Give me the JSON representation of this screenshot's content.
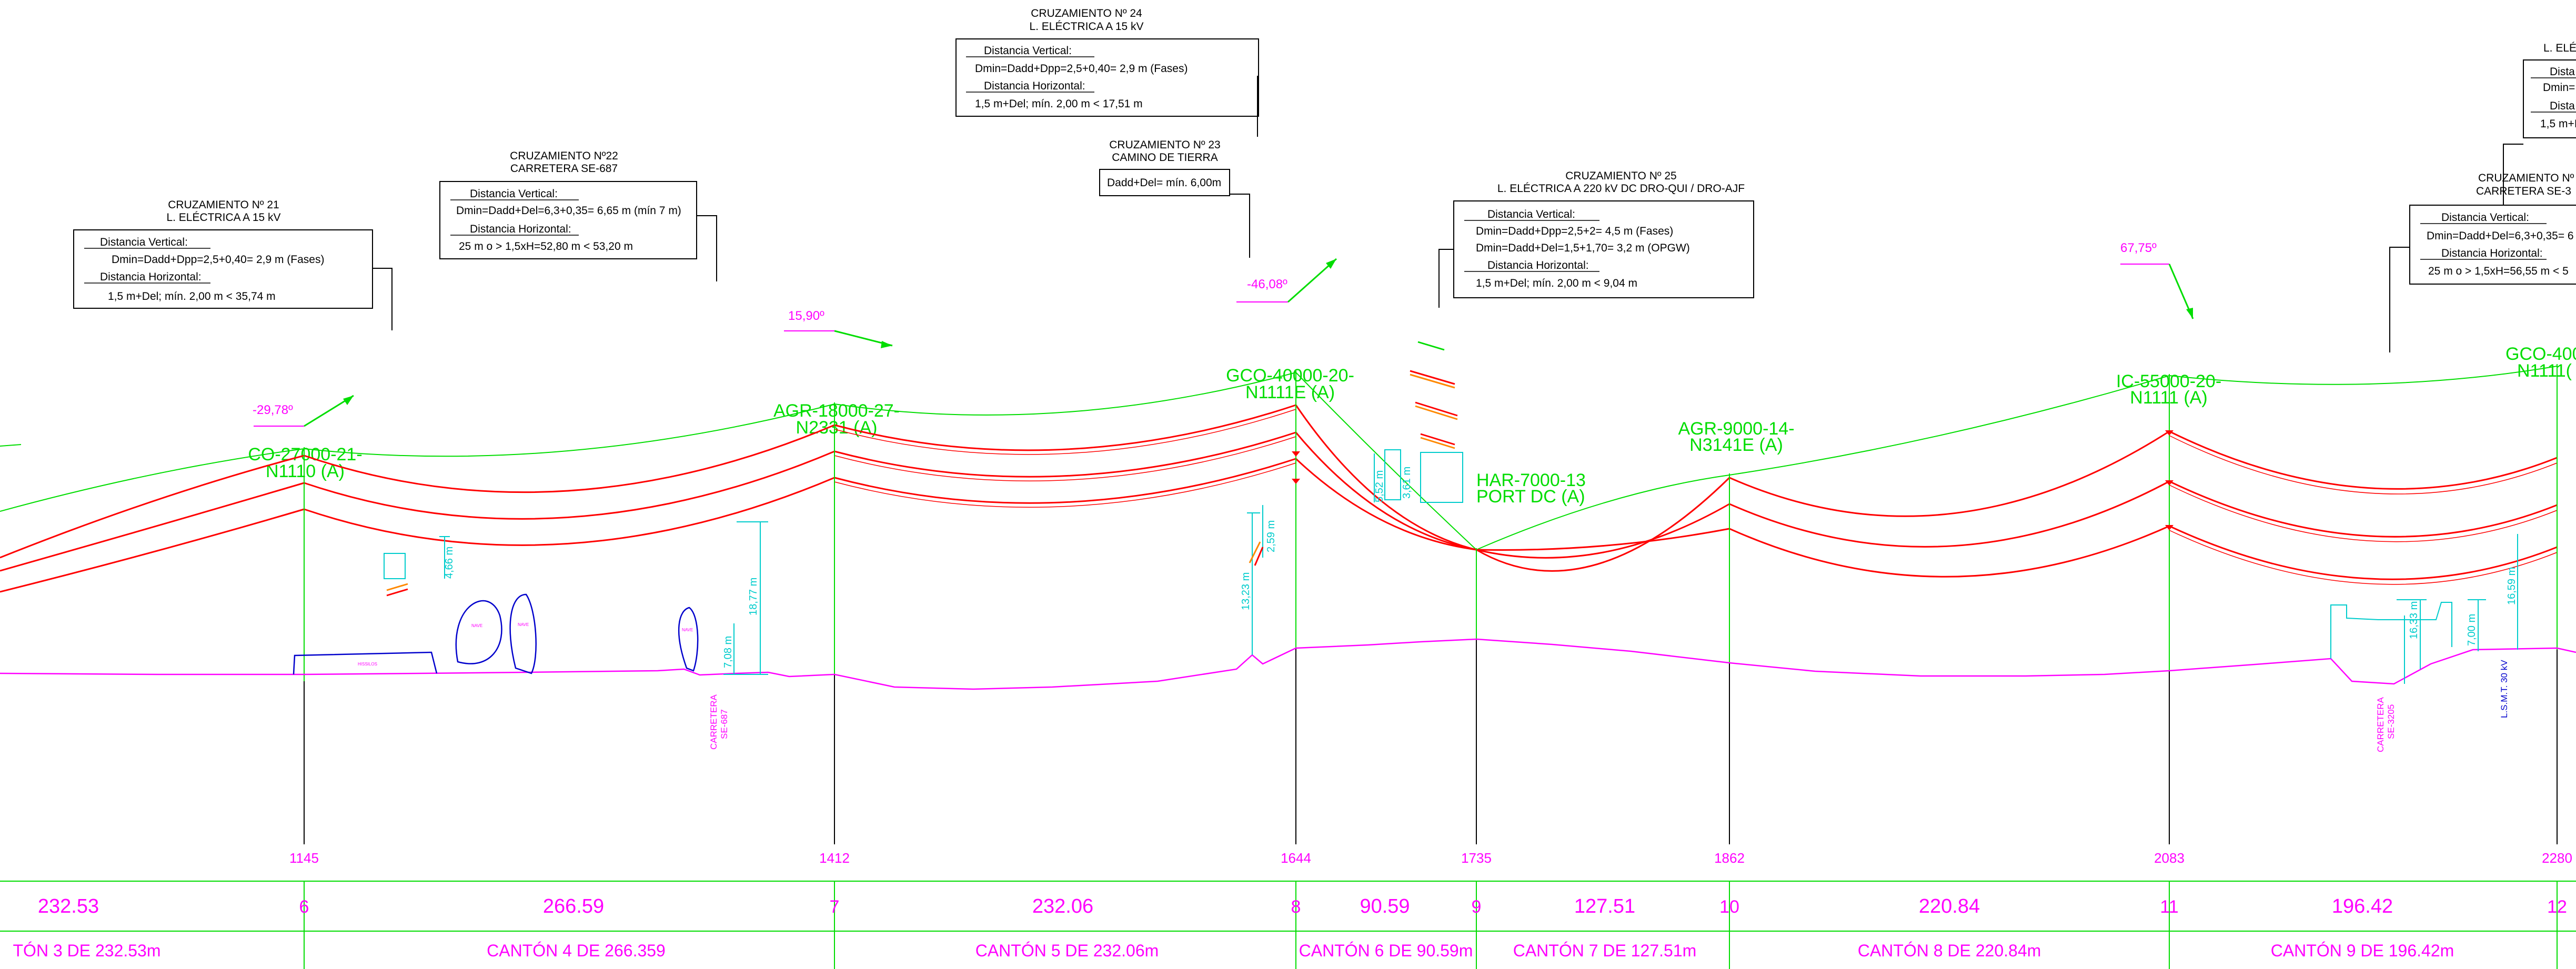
{
  "colors": {
    "conductor": "#ff0000",
    "ground_wire": "#00dd00",
    "terrain": "#ff00ff",
    "clearance": "#00cccc",
    "obstacle": "#0000cc",
    "box_border": "#000000",
    "background": "#ffffff"
  },
  "towers": [
    {
      "label": "CO-27000-21-\nN1110 (A)",
      "line1": "CO-27000-21-",
      "line2": "N1110 (A)",
      "number": "6",
      "station": "1145",
      "angle": "-29,78º"
    },
    {
      "label": "AGR-18000-27-\nN2331 (A)",
      "line1": "AGR-18000-27-",
      "line2": "N2331 (A)",
      "number": "7",
      "station": "1412",
      "angle": "15,90º"
    },
    {
      "label": "GCO-40000-20-\nN1111E (A)",
      "line1": "GCO-40000-20-",
      "line2": "N1111E (A)",
      "number": "8",
      "station": "1644",
      "angle": "-46,08º"
    },
    {
      "label": "HAR-7000-13\nPORT DC (A)",
      "line1": "HAR-7000-13",
      "line2": "PORT DC (A)",
      "number": "9",
      "station": "1735",
      "angle": ""
    },
    {
      "label": "AGR-9000-14-\nN3141E (A)",
      "line1": "AGR-9000-14-",
      "line2": "N3141E (A)",
      "number": "10",
      "station": "1862",
      "angle": ""
    },
    {
      "label": "IC-55000-20-\nN1111 (A)",
      "line1": "IC-55000-20-",
      "line2": "N1111 (A)",
      "number": "11",
      "station": "2083",
      "angle": "67,75º"
    },
    {
      "label": "GCO-400\nN1111(",
      "line1": "GCO-400",
      "line2": "N1111(",
      "number": "12",
      "station": "2280",
      "angle": ""
    }
  ],
  "spans": [
    {
      "length": "232.53",
      "canton": "TÓN 3 DE 232.53m"
    },
    {
      "length": "266.59",
      "canton": "CANTÓN 4 DE 266.359"
    },
    {
      "length": "232.06",
      "canton": "CANTÓN 5 DE 232.06m"
    },
    {
      "length": "90.59",
      "canton": "CANTÓN 6 DE 90.59m"
    },
    {
      "length": "127.51",
      "canton": "CANTÓN 7 DE 127.51m"
    },
    {
      "length": "220.84",
      "canton": "CANTÓN 8 DE 220.84m"
    },
    {
      "length": "196.42",
      "canton": "CANTÓN 9 DE 196.42m"
    }
  ],
  "crossings": [
    {
      "title": "CRUZAMIENTO Nº 21",
      "subtitle": "L. ELÉCTRICA A 15 kV",
      "rows": [
        "Distancia Vertical:",
        "Dmin=Dadd+Dpp=2,5+0,40= 2,9 m (Fases)",
        "Distancia Horizontal:",
        "1,5 m+Del; mín. 2,00 m < 35,74 m"
      ]
    },
    {
      "title": "CRUZAMIENTO Nº22",
      "subtitle": "CARRETERA SE-687",
      "rows": [
        "Distancia Vertical:",
        "Dmin=Dadd+Del=6,3+0,35= 6,65 m (mín 7 m)",
        "Distancia Horizontal:",
        "25 m o > 1,5xH=52,80 m < 53,20 m"
      ]
    },
    {
      "title": "CRUZAMIENTO Nº 24",
      "subtitle": "L. ELÉCTRICA A 15 kV",
      "rows": [
        "Distancia Vertical:",
        "Dmin=Dadd+Dpp=2,5+0,40= 2,9 m (Fases)",
        "Distancia Horizontal:",
        "1,5 m+Del; mín. 2,00 m < 17,51 m"
      ]
    },
    {
      "title": "CRUZAMIENTO Nº 23",
      "subtitle": "CAMINO DE TIERRA",
      "rows": [
        "Dadd+Del= mín. 6,00m"
      ]
    },
    {
      "title": "CRUZAMIENTO Nº 25",
      "subtitle": "L. ELÉCTRICA A 220 kV DC DRO-QUI / DRO-AJF",
      "rows": [
        "Distancia Vertical:",
        "Dmin=Dadd+Dpp=2,5+2= 4,5 m (Fases)",
        "Dmin=Dadd+Del=1,5+1,70= 3,2 m (OPGW)",
        "Distancia Horizontal:",
        "1,5 m+Del; mín. 2,00 m < 9,04 m"
      ]
    },
    {
      "title": "L. ELÉ",
      "subtitle": "",
      "rows": [
        "Dista",
        "Dmin=",
        "Dista",
        "1,5 m+I"
      ]
    },
    {
      "title": "CRUZAMIENTO Nº",
      "subtitle": "CARRETERA SE-3",
      "rows": [
        "Distancia Vertical:",
        "Dmin=Dadd+Del=6,3+0,35= 6",
        "Distancia Horizontal:",
        "25 m o > 1,5xH=56,55 m < 5"
      ]
    }
  ],
  "clearances": [
    "4,66 m",
    "18,77 m",
    "7,08 m",
    "13,23 m",
    "2,59 m",
    "5,52 m",
    "3,61 m",
    "16,33 m",
    "7,00 m",
    "16,59 m"
  ],
  "roads": [
    "CARRETERA\nSE-687",
    "CARRETERA\nSE-3205"
  ],
  "road_lines": [
    [
      "CARRETERA",
      "SE-687"
    ],
    [
      "CARRETERA",
      "SE-3205"
    ]
  ],
  "lsmt": "L.S.M.T. 30 kV"
}
